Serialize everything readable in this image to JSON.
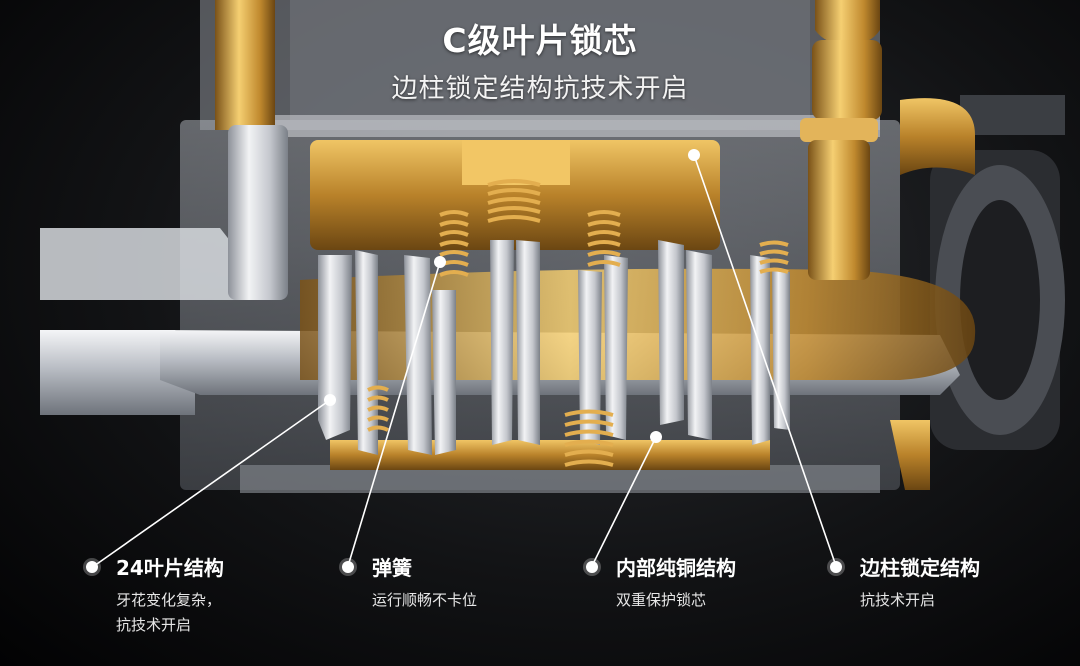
{
  "header": {
    "title": "C级叶片锁芯",
    "subtitle": "边柱锁定结构抗技术开启"
  },
  "callouts": [
    {
      "heading": "24叶片结构",
      "description": "牙花变化复杂，\n抗技术开启"
    },
    {
      "heading": "弹簧",
      "description": "运行顺畅不卡位"
    },
    {
      "heading": "内部纯铜结构",
      "description": "双重保护锁芯"
    },
    {
      "heading": "边柱锁定结构",
      "description": "抗技术开启"
    }
  ],
  "colors": {
    "background": "#000000",
    "brass": "#c8952f",
    "steel": "#d8dbe0",
    "text": "#ffffff"
  }
}
